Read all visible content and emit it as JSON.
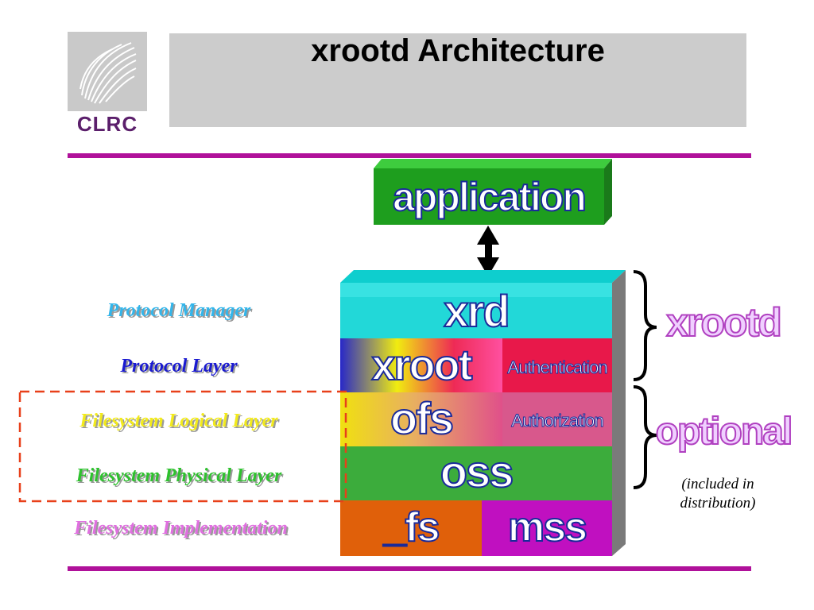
{
  "logo": {
    "text": "CLRC"
  },
  "title": "xrootd Architecture",
  "layers": [
    {
      "label": "Protocol Manager",
      "color": "#33b5ea"
    },
    {
      "label": "Protocol Layer",
      "color": "#1a1ad0"
    },
    {
      "label": "Filesystem Logical Layer",
      "color": "#f2ea1c"
    },
    {
      "label": "Filesystem Physical Layer",
      "color": "#2ec12e"
    },
    {
      "label": "Filesystem Implementation",
      "color": "#e070e0"
    }
  ],
  "stack": {
    "application": "application",
    "xrd": "xrd",
    "xroot": "xroot",
    "authentication": "Authentication",
    "ofs": "ofs",
    "authorization": "Authorization",
    "oss": "oss",
    "fs": "_fs",
    "mss": "mss"
  },
  "groups": {
    "xrootd": "xrootd",
    "optional": "optional",
    "note": "(included in distribution)"
  }
}
